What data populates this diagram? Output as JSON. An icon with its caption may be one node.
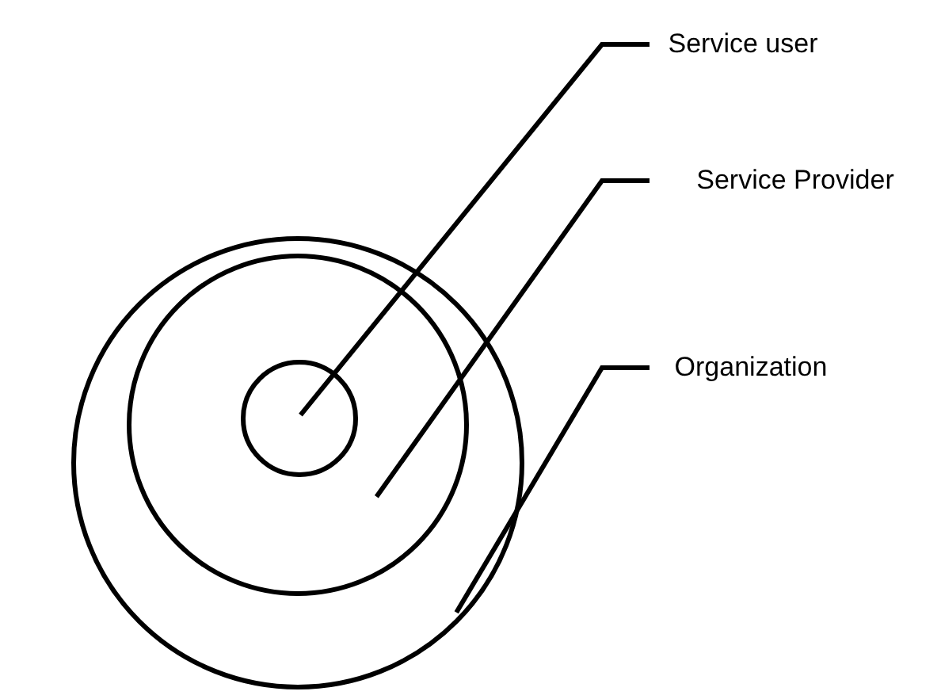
{
  "diagram": {
    "nodes": [
      {
        "text": [],
        "shape": "circle"
      },
      {
        "text": [],
        "shape": "circle",
        "in": 0
      },
      {
        "text": [],
        "shape": "circle",
        "in": 1
      },
      {
        "text": [
          "Service user"
        ]
      },
      {
        "text": [
          "Service Provider"
        ]
      },
      {
        "text": [
          "Organization"
        ]
      }
    ],
    "edges": [
      {
        "from": 3,
        "to": 2,
        "arrow": "none"
      },
      {
        "from": 4,
        "to": 1,
        "arrow": "none"
      },
      {
        "from": 5,
        "to": 0,
        "arrow": "none"
      }
    ]
  }
}
